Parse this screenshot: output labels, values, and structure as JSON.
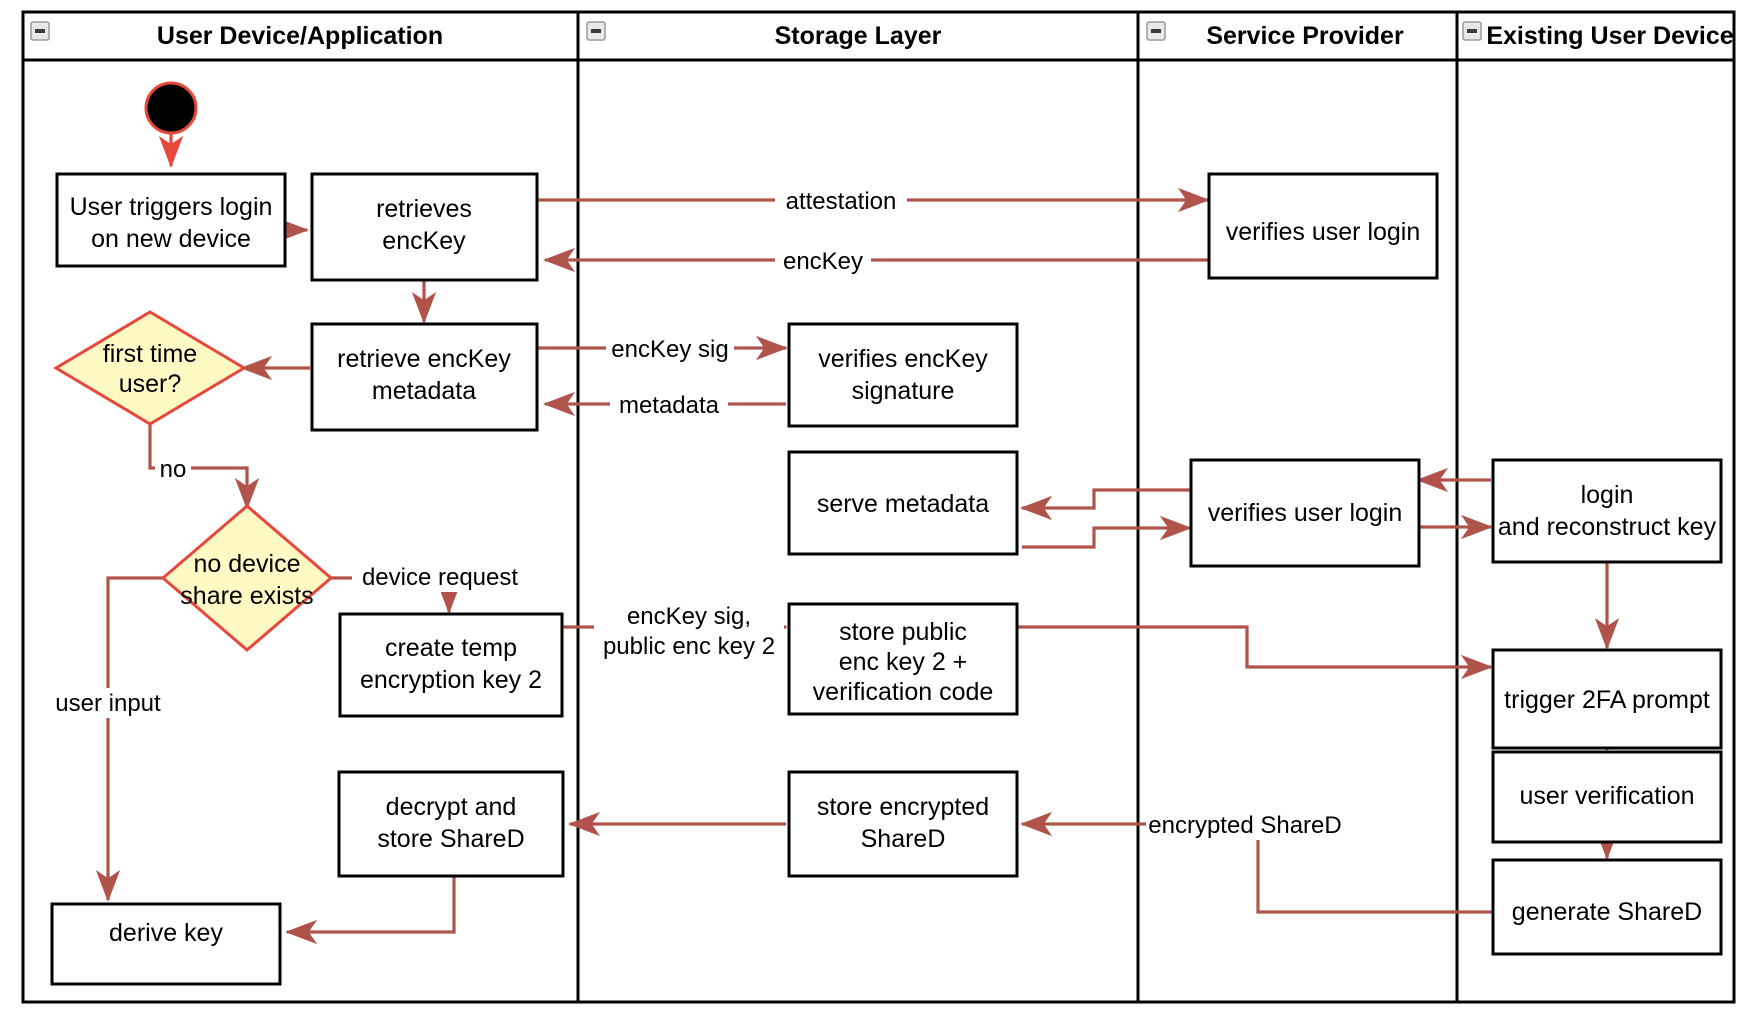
{
  "diagram": {
    "type": "uml-activity-swimlane",
    "colors": {
      "lane_border": "#000000",
      "node_border": "#000000",
      "node_fill": "#ffffff",
      "decision_fill": "#fff9c4",
      "decision_border": "#e8483b",
      "flow_arrow": "#b0534b",
      "start_node_border": "#e8483b",
      "start_node_fill": "#000000"
    },
    "lanes": [
      {
        "id": "lane-user-device",
        "title": "User Device/Application",
        "collapse_icon": "collapse-minus-icon"
      },
      {
        "id": "lane-storage",
        "title": "Storage Layer",
        "collapse_icon": "collapse-minus-icon"
      },
      {
        "id": "lane-service-provider",
        "title": "Service Provider",
        "collapse_icon": "collapse-minus-icon"
      },
      {
        "id": "lane-existing-device",
        "title": "Existing User Device",
        "collapse_icon": "collapse-minus-icon"
      }
    ],
    "nodes": [
      {
        "id": "start",
        "lane": "lane-user-device",
        "shape": "initial-node",
        "label": ""
      },
      {
        "id": "user-triggers",
        "lane": "lane-user-device",
        "shape": "action",
        "lines": [
          "User triggers login",
          "on new device"
        ]
      },
      {
        "id": "retrieves-enckey",
        "lane": "lane-user-device",
        "shape": "action",
        "lines": [
          "retrieves",
          "encKey"
        ]
      },
      {
        "id": "retrieve-meta",
        "lane": "lane-user-device",
        "shape": "action",
        "lines": [
          "retrieve encKey",
          "metadata"
        ]
      },
      {
        "id": "first-time-user",
        "lane": "lane-user-device",
        "shape": "decision",
        "lines": [
          "first time",
          "user?"
        ]
      },
      {
        "id": "no-device-share",
        "lane": "lane-user-device",
        "shape": "decision",
        "lines": [
          "no device",
          "share exists"
        ]
      },
      {
        "id": "create-temp-key",
        "lane": "lane-user-device",
        "shape": "action",
        "lines": [
          "create temp",
          "encryption key 2"
        ]
      },
      {
        "id": "decrypt-shared",
        "lane": "lane-user-device",
        "shape": "action",
        "lines": [
          "decrypt and",
          "store ShareD"
        ]
      },
      {
        "id": "derive-key",
        "lane": "lane-user-device",
        "shape": "action",
        "lines": [
          "derive key"
        ]
      },
      {
        "id": "verifies-sig",
        "lane": "lane-storage",
        "shape": "action",
        "lines": [
          "verifies encKey",
          "signature"
        ]
      },
      {
        "id": "serve-metadata",
        "lane": "lane-storage",
        "shape": "action",
        "lines": [
          "serve metadata"
        ]
      },
      {
        "id": "store-public-key",
        "lane": "lane-storage",
        "shape": "action",
        "lines": [
          "store public",
          "enc key 2 +",
          "verification code"
        ]
      },
      {
        "id": "store-enc-shared",
        "lane": "lane-storage",
        "shape": "action",
        "lines": [
          "store encrypted",
          "ShareD"
        ]
      },
      {
        "id": "verifies-login-1",
        "lane": "lane-service-provider",
        "shape": "action",
        "lines": [
          "verifies user login"
        ]
      },
      {
        "id": "verifies-login-2",
        "lane": "lane-service-provider",
        "shape": "action",
        "lines": [
          "verifies user login"
        ]
      },
      {
        "id": "login-reconstruct",
        "lane": "lane-existing-device",
        "shape": "action",
        "lines": [
          "login",
          "and reconstruct key"
        ]
      },
      {
        "id": "trigger-2fa",
        "lane": "lane-existing-device",
        "shape": "action",
        "lines": [
          "trigger 2FA prompt"
        ]
      },
      {
        "id": "user-verification",
        "lane": "lane-existing-device",
        "shape": "action",
        "lines": [
          "user verification"
        ]
      },
      {
        "id": "generate-shared",
        "lane": "lane-existing-device",
        "shape": "action",
        "lines": [
          "generate ShareD"
        ]
      }
    ],
    "edge_labels": [
      {
        "id": "attestation",
        "text": "attestation",
        "from": "retrieves-enckey",
        "to": "verifies-login-1"
      },
      {
        "id": "enckey",
        "text": "encKey",
        "from": "verifies-login-1",
        "to": "retrieves-enckey"
      },
      {
        "id": "enckey-sig",
        "text": "encKey sig",
        "from": "retrieve-meta",
        "to": "verifies-sig"
      },
      {
        "id": "metadata",
        "text": "metadata",
        "from": "verifies-sig",
        "to": "retrieve-meta"
      },
      {
        "id": "no",
        "text": "no",
        "from": "first-time-user",
        "to": "no-device-share"
      },
      {
        "id": "device-request",
        "text": "device request",
        "from": "no-device-share",
        "to": "create-temp-key"
      },
      {
        "id": "user-input",
        "text": "user input",
        "from": "no-device-share",
        "to": "derive-key"
      },
      {
        "id": "enckey-sig-pub",
        "text": "encKey sig,",
        "text2": "public enc key 2",
        "from": "create-temp-key",
        "to": "store-public-key"
      },
      {
        "id": "encrypted-shared",
        "text": "encrypted ShareD",
        "from": "generate-shared",
        "to": "store-enc-shared"
      }
    ]
  }
}
